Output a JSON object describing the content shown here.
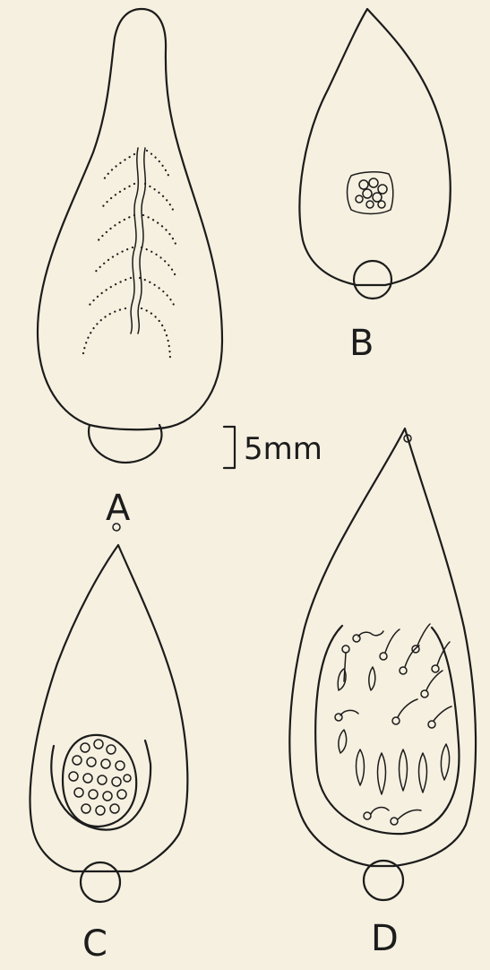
{
  "figure": {
    "panels": [
      {
        "id": "A",
        "label": "A"
      },
      {
        "id": "B",
        "label": "B"
      },
      {
        "id": "C",
        "label": "C"
      },
      {
        "id": "D",
        "label": "D"
      }
    ],
    "scale_bar": {
      "label": "5mm"
    }
  },
  "colors": {
    "background": "#f6f0e0",
    "ink": "#1c1c1c"
  }
}
